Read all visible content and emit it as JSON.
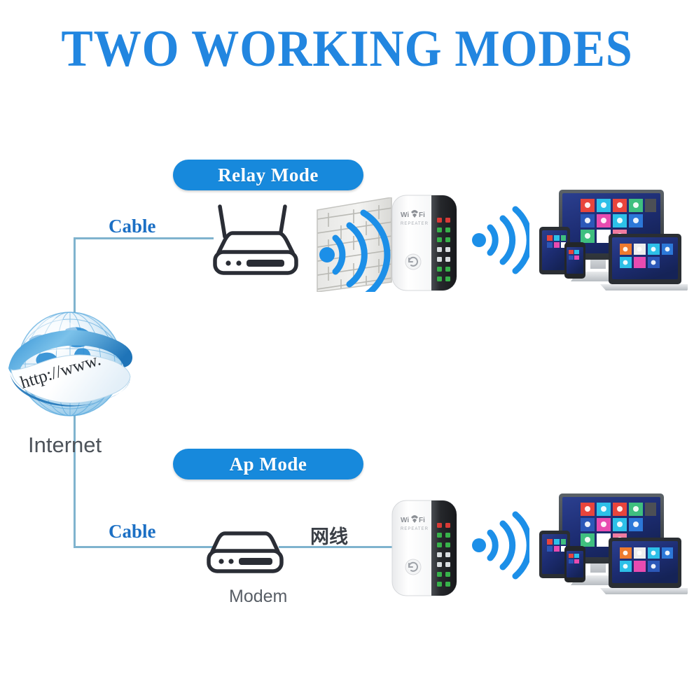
{
  "page": {
    "title": "TWO WORKING MODES",
    "title_color": "#2286E0",
    "background": "#ffffff"
  },
  "colors": {
    "badge_blue": "#1789DC",
    "wire_blue": "#7FB3CE",
    "cable_text_blue": "#1B6FC4",
    "wifi_blue": "#1C8FE8",
    "gray_text": "#585E66",
    "led_red": "#D83A36",
    "led_green": "#37B14A"
  },
  "diagram": {
    "internet": {
      "label": "Internet",
      "globe_banner_text": "http://www."
    },
    "relay_mode": {
      "badge_label": "Relay Mode",
      "cable_label": "Cable",
      "router": {
        "name": "wireless-router",
        "antennas": 2
      },
      "wall": {
        "name": "brick-wall"
      },
      "repeater": {
        "brand_line1": "Wi",
        "brand_line2": "Fi",
        "brand_sub": "REPEATER",
        "led_count": 7
      },
      "wifi_signal": {
        "arcs": 3
      },
      "devices": [
        "desktop-monitor",
        "tablet",
        "smartphone",
        "laptop"
      ]
    },
    "ap_mode": {
      "badge_label": "Ap Mode",
      "cable_label": "Cable",
      "network_cable_label": "网线",
      "modem": {
        "label": "Modem"
      },
      "repeater": {
        "brand_line1": "Wi",
        "brand_line2": "Fi",
        "brand_sub": "REPEATER",
        "led_count": 7
      },
      "wifi_signal": {
        "arcs": 3
      },
      "devices": [
        "desktop-monitor",
        "tablet",
        "smartphone",
        "laptop"
      ]
    }
  }
}
